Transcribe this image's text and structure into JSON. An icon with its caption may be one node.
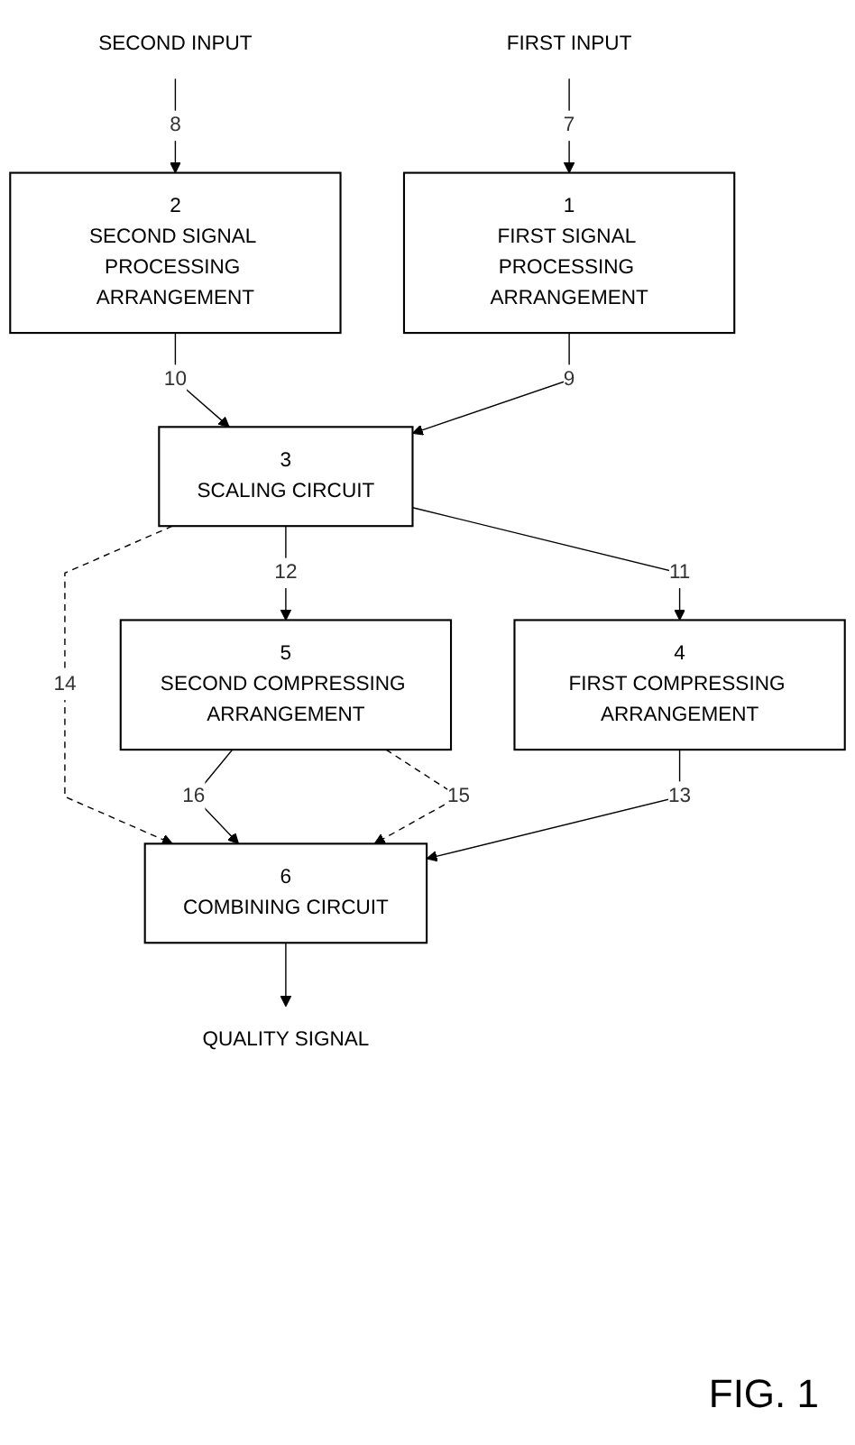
{
  "diagram": {
    "nodes": [
      {
        "text": [
          "SECOND INPUT"
        ]
      },
      {
        "text": [
          "FIRST INPUT"
        ]
      },
      {
        "text": [
          "2",
          "SECOND SIGNAL PROCESSING ARRANGEMENT"
        ]
      },
      {
        "text": [
          "1",
          "FIRST SIGNAL PROCESSING ARRANGEMENT"
        ]
      },
      {
        "text": [
          "3",
          "SCALING CIRCUIT"
        ]
      },
      {
        "text": [
          "5",
          "SECOND COMPRESSING ARRANGEMENT"
        ]
      },
      {
        "text": [
          "4",
          "FIRST COMPRESSING ARRANGEMENT"
        ]
      },
      {
        "text": [
          "6",
          "COMBINING CIRCUIT"
        ]
      },
      {
        "text": [
          "QUALITY SIGNAL"
        ]
      }
    ],
    "edges": [
      {
        "from": 0,
        "to": 2,
        "arrow": "to",
        "label": "8"
      },
      {
        "from": 1,
        "to": 3,
        "arrow": "to",
        "label": "7"
      },
      {
        "from": 2,
        "to": 4,
        "arrow": "to",
        "label": "10"
      },
      {
        "from": 3,
        "to": 4,
        "arrow": "to",
        "label": "9"
      },
      {
        "from": 4,
        "to": 5,
        "arrow": "to",
        "label": "12"
      },
      {
        "from": 4,
        "to": 7,
        "arrow": "to",
        "label": "14",
        "style": "dashed"
      },
      {
        "from": 4,
        "to": 6,
        "arrow": "to",
        "label": "11"
      },
      {
        "from": 5,
        "to": 7,
        "arrow": "to",
        "label": "16"
      },
      {
        "from": 5,
        "to": 7,
        "arrow": "to",
        "label": "15",
        "style": "dashed"
      },
      {
        "from": 6,
        "to": 7,
        "arrow": "to",
        "label": "13"
      },
      {
        "from": 7,
        "to": 8,
        "arrow": "to"
      }
    ],
    "labels": [
      "FIG. 1"
    ]
  }
}
